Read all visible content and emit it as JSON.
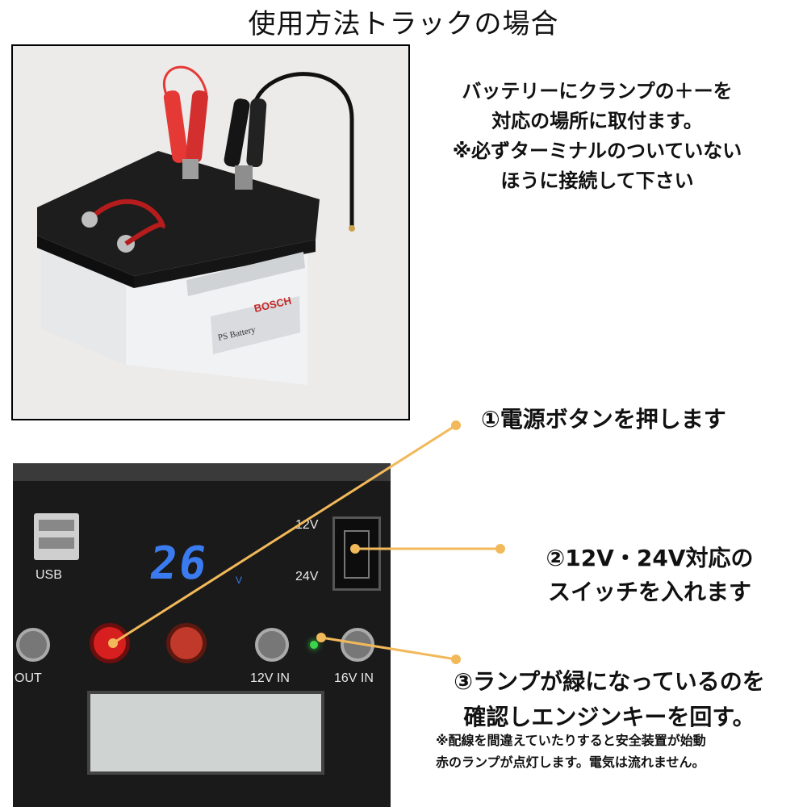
{
  "title": "使用方法トラックの場合",
  "battery_instructions": [
    "バッテリーにクランプの＋ーを",
    "対応の場所に取付ます。",
    "※必ずターミナルのついていない",
    "ほうに接続して下さい"
  ],
  "battery_labels": {
    "brand": "BOSCH",
    "side_label": "PS Battery"
  },
  "device": {
    "usb_label": "USB",
    "display_value": "26",
    "display_unit": "V",
    "switch_12v": "12V",
    "switch_24v": "24V",
    "out_label": "OUT",
    "in12_label": "12V IN",
    "in16_label": "16V IN"
  },
  "steps": {
    "step1": "①電源ボタンを押します",
    "step2_line1": "②12V・24V対応の",
    "step2_line2": "スイッチを入れます",
    "step3_line1": "③ランプが緑になっているのを",
    "step3_line2": "確認しエンジンキーを回す。",
    "note_line1": "※配線を間違えていたりすると安全装置が始動",
    "note_line2": "赤のランプが点灯します。電気は流れません。"
  },
  "colors": {
    "callout": "#f2b95a",
    "power_button": "#d81f1f",
    "lamp": "#39d64a",
    "display": "#3a7cf0"
  }
}
